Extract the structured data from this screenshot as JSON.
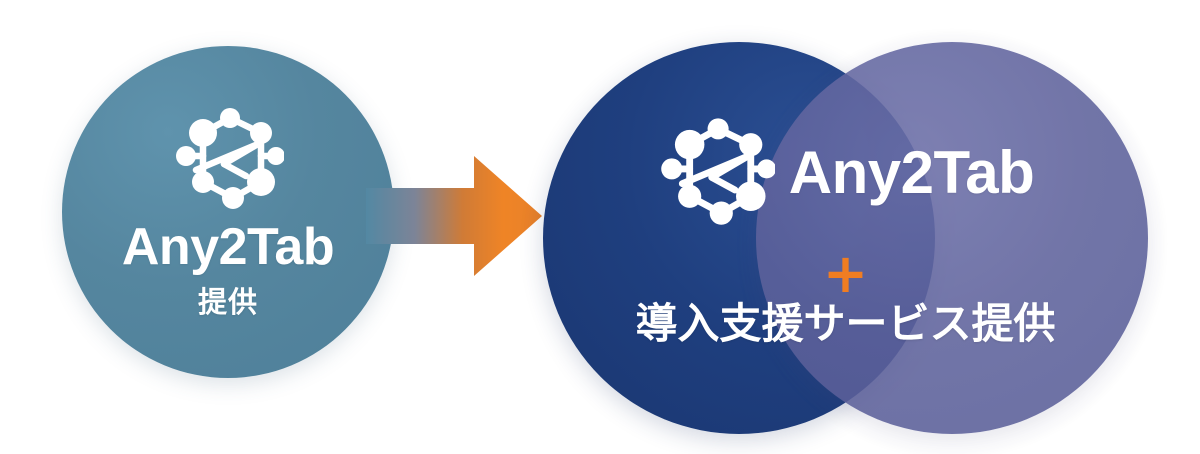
{
  "brand": {
    "name": "Any2Tab",
    "logo_icon": "network-node-graph-icon"
  },
  "colors": {
    "left_circle": "#4e7f99",
    "navy_circle": "#1f3f7f",
    "purple_circle": "#5e629c",
    "accent_orange": "#f07d22",
    "arrow_gradient_start": "#5388a3",
    "arrow_gradient_end": "#e8812a",
    "text": "#ffffff",
    "background": "#ffffff"
  },
  "before": {
    "wordmark": "Any2Tab",
    "caption": "提供"
  },
  "transition": {
    "arrow_icon": "right-arrow-icon"
  },
  "after": {
    "wordmark": "Any2Tab",
    "plus": "+",
    "caption": "導入支援サービス提供"
  }
}
